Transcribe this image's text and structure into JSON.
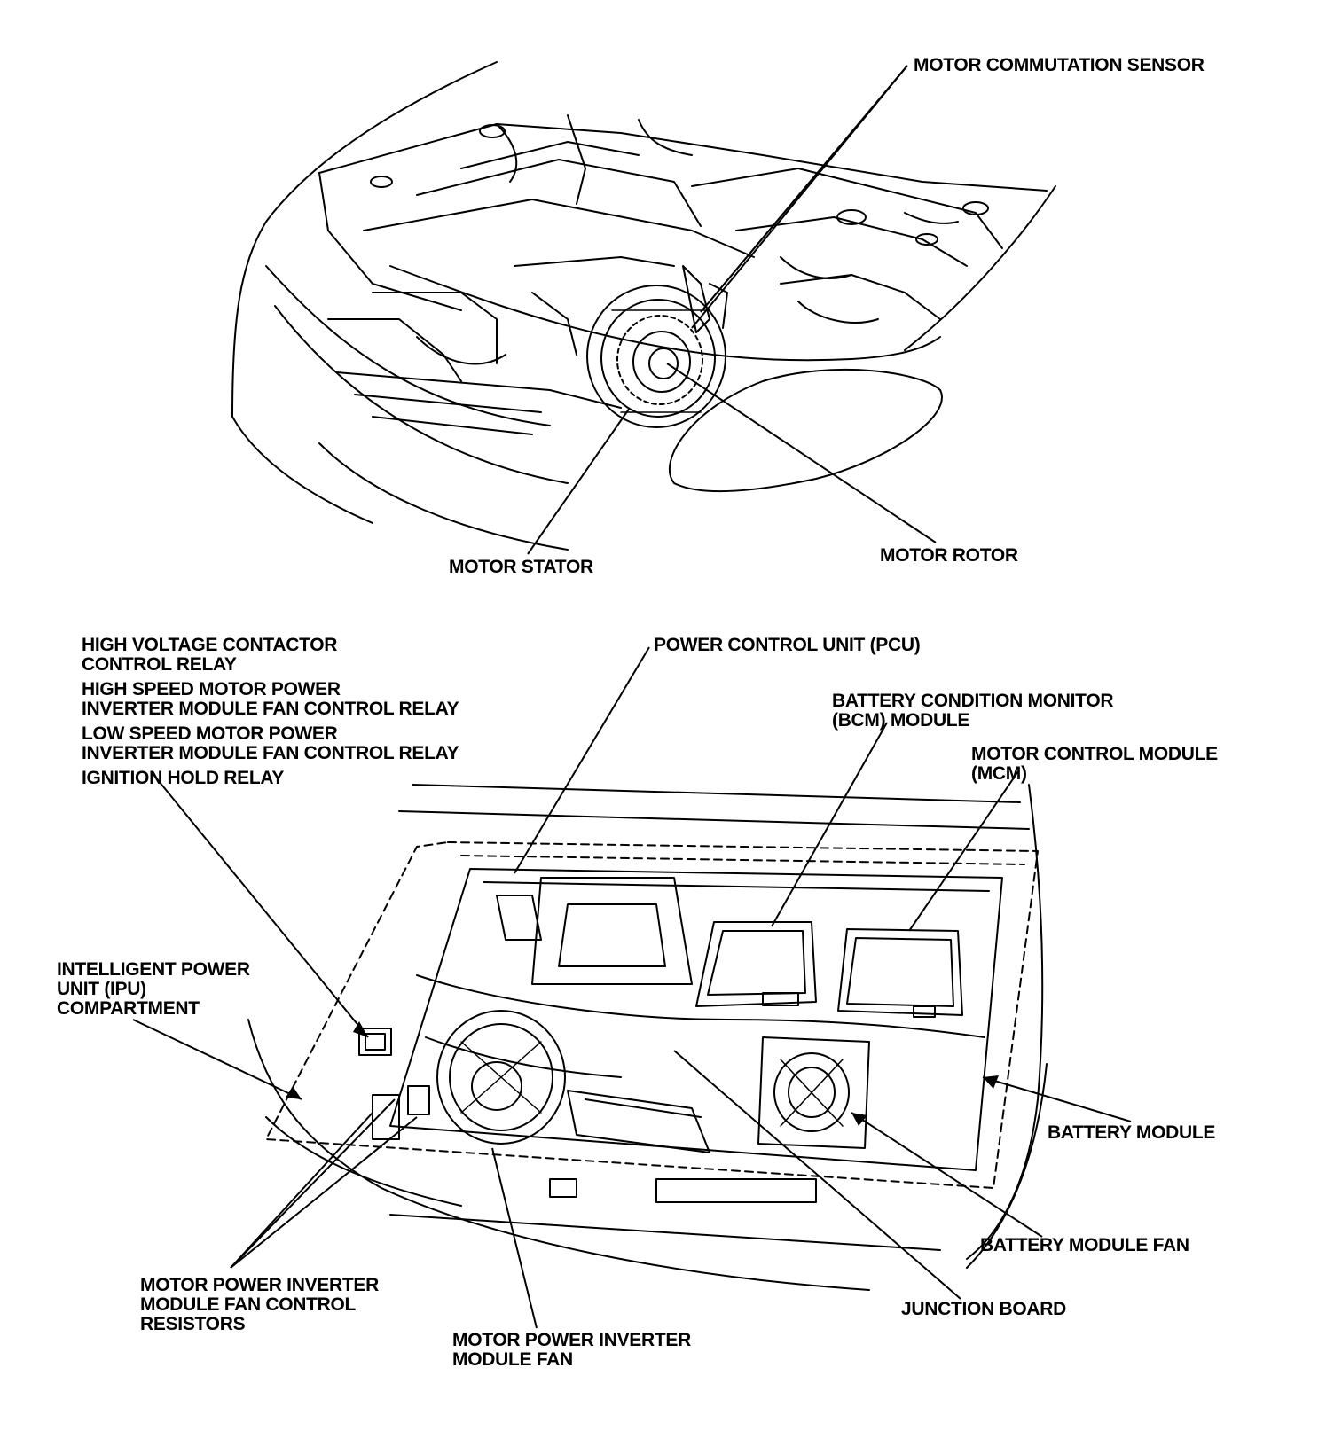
{
  "top_diagram": {
    "labels": {
      "motor_commutation_sensor": "MOTOR COMMUTATION SENSOR",
      "motor_stator": "MOTOR STATOR",
      "motor_rotor": "MOTOR ROTOR"
    }
  },
  "bottom_diagram": {
    "labels": {
      "relay_1_line_1": "HIGH VOLTAGE CONTACTOR",
      "relay_1_line_2": "CONTROL RELAY",
      "relay_2_line_1": "HIGH SPEED MOTOR POWER",
      "relay_2_line_2": "INVERTER MODULE FAN CONTROL RELAY",
      "relay_3_line_1": "LOW SPEED MOTOR POWER",
      "relay_3_line_2": "INVERTER MODULE FAN CONTROL RELAY",
      "relay_4": "IGNITION HOLD RELAY",
      "pcu": "POWER CONTROL UNIT (PCU)",
      "bcm_line_1": "BATTERY CONDITION MONITOR",
      "bcm_line_2": "(BCM) MODULE",
      "mcm_line_1": "MOTOR CONTROL MODULE",
      "mcm_line_2": "(MCM)",
      "ipu_line_1": "INTELLIGENT POWER",
      "ipu_line_2": "UNIT (IPU)",
      "ipu_line_3": "COMPARTMENT",
      "battery_module": "BATTERY MODULE",
      "battery_module_fan": "BATTERY MODULE FAN",
      "junction_board": "JUNCTION BOARD",
      "resistors_line_1": "MOTOR POWER INVERTER",
      "resistors_line_2": "MODULE FAN CONTROL",
      "resistors_line_3": "RESISTORS",
      "inverter_fan_line_1": "MOTOR POWER INVERTER",
      "inverter_fan_line_2": "MODULE FAN"
    }
  }
}
